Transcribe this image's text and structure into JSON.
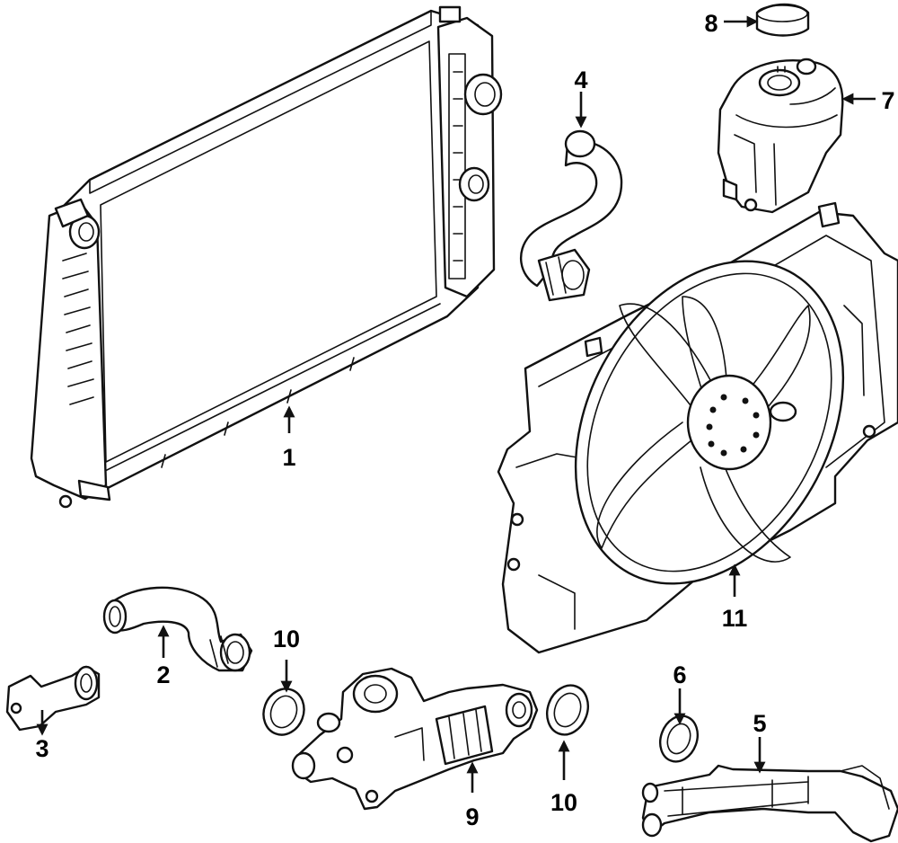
{
  "diagram": {
    "callouts": [
      {
        "id": "1",
        "label": "1",
        "part": "radiator"
      },
      {
        "id": "2",
        "label": "2",
        "part": "lower-hose"
      },
      {
        "id": "3",
        "label": "3",
        "part": "short-hose"
      },
      {
        "id": "4",
        "label": "4",
        "part": "upper-hose"
      },
      {
        "id": "5",
        "label": "5",
        "part": "coolant-pipe"
      },
      {
        "id": "6",
        "label": "6",
        "part": "seal"
      },
      {
        "id": "7",
        "label": "7",
        "part": "reservoir"
      },
      {
        "id": "8",
        "label": "8",
        "part": "reservoir-cap"
      },
      {
        "id": "9",
        "label": "9",
        "part": "thermostat-housing"
      },
      {
        "id": "10a",
        "label": "10",
        "part": "o-ring-left"
      },
      {
        "id": "10b",
        "label": "10",
        "part": "o-ring-right"
      },
      {
        "id": "11",
        "label": "11",
        "part": "fan-assembly"
      }
    ]
  }
}
